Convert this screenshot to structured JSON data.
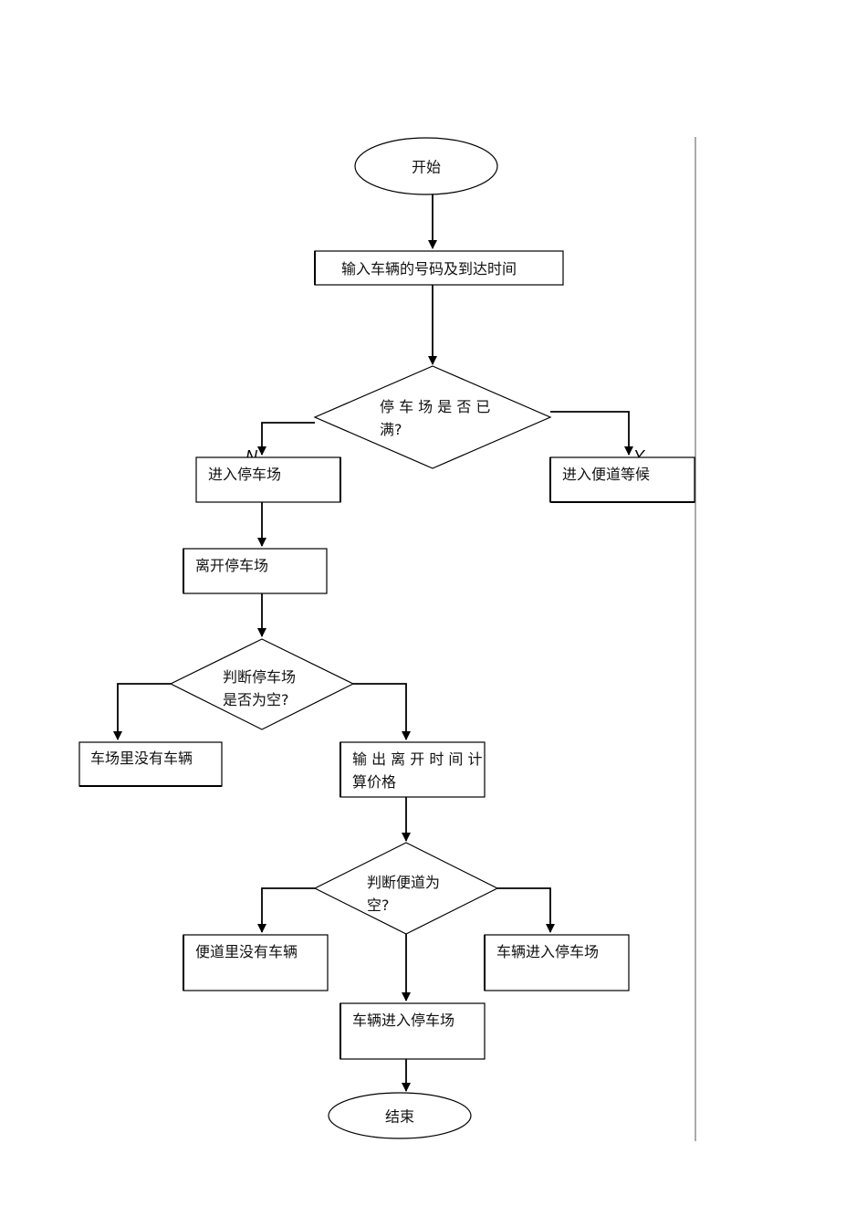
{
  "nodes": {
    "start": "开始",
    "input": "输入车辆的号码及到达时间",
    "check_full_1": "停 车 场 是 否 已",
    "check_full_2": "满?",
    "enter_lot": "进入停车场",
    "enter_side": "进入便道等候",
    "leave_lot": "离开停车场",
    "check_empty_1": "判断停车场",
    "check_empty_2": "是否为空?",
    "no_car": "车场里没有车辆",
    "output_1": "输 出 离 开 时 间 计",
    "output_2": "算价格",
    "check_side_1": "判断便道为",
    "check_side_2": "空?",
    "side_empty": "便道里没有车辆",
    "car_enter_right": "车辆进入停车场",
    "car_enter_center": "车辆进入停车场",
    "end": "结束"
  },
  "branches": {
    "no": "N",
    "yes": "Y"
  }
}
